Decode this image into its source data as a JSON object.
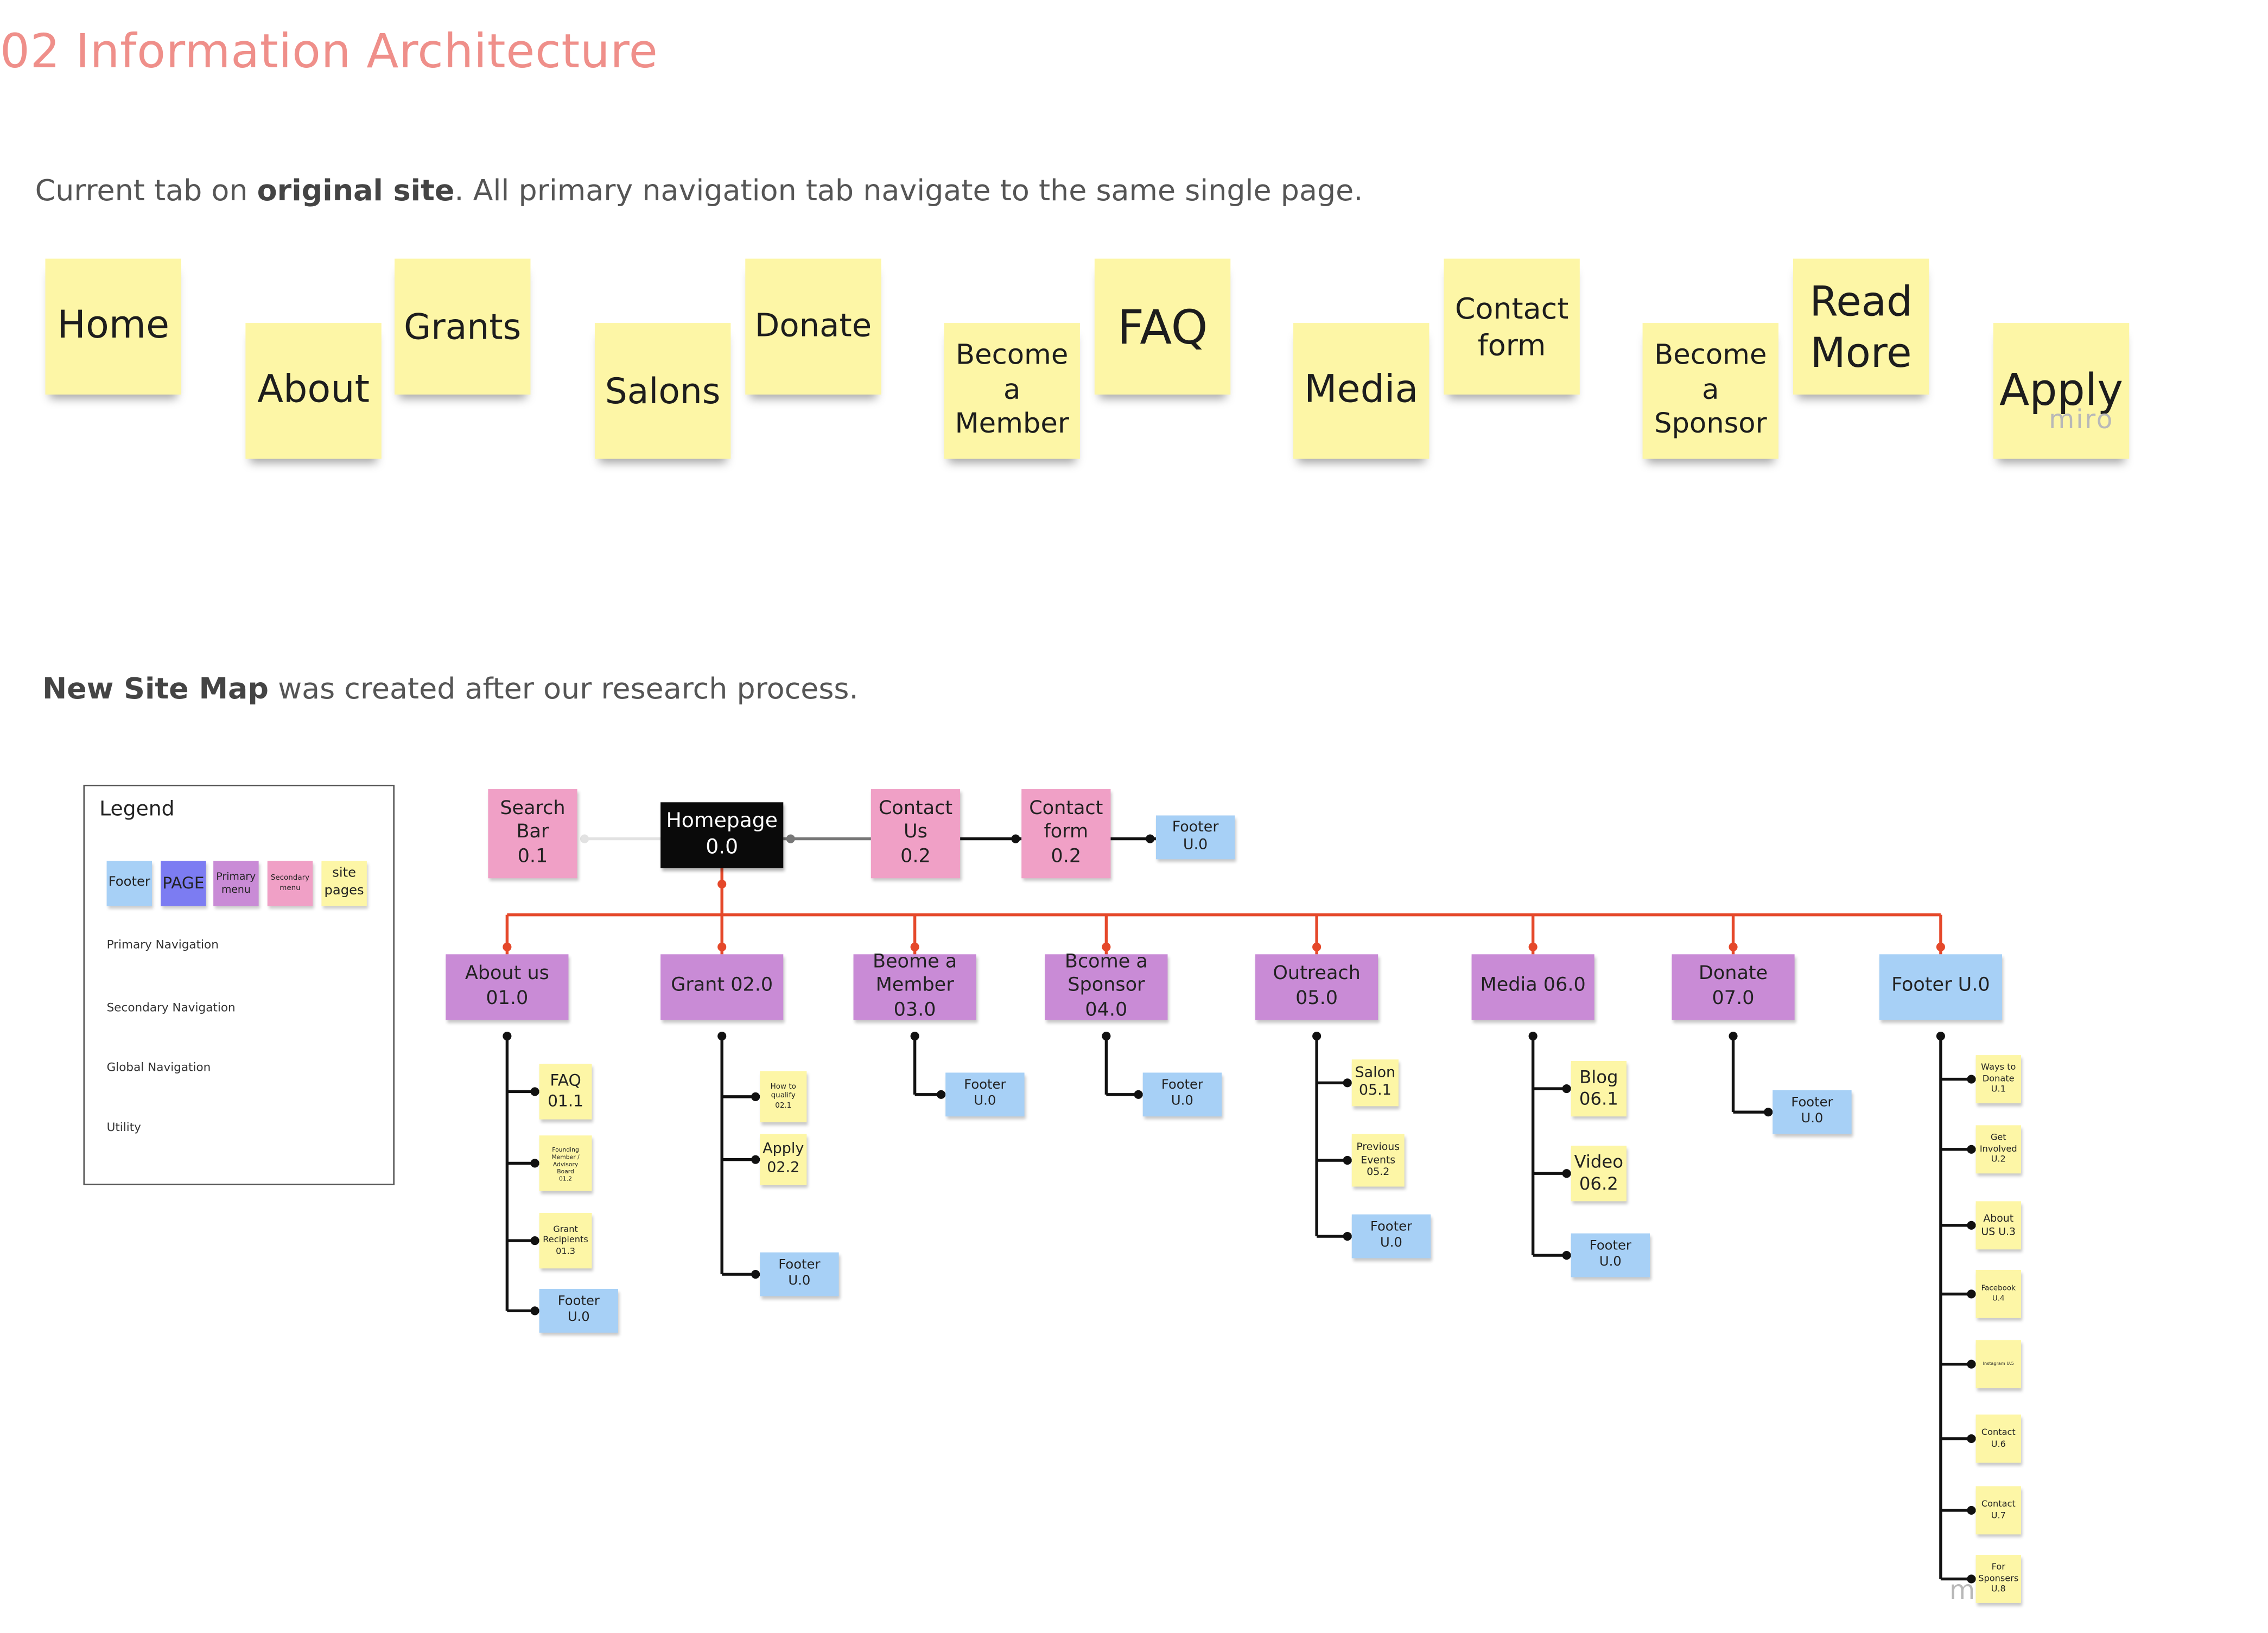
{
  "title": "02 Information Architecture",
  "intro1": {
    "pre": "Current tab on ",
    "bold": "original site",
    "post": ". All primary navigation tab navigate to the same single page."
  },
  "intro2": {
    "bold": "New Site Map",
    "post": " was created after our research process."
  },
  "original_tabs": [
    "Home",
    "About",
    "Grants",
    "Salons",
    "Donate",
    "Become\na\nMember",
    "FAQ",
    "Media",
    "Contact\nform",
    "Become\na\nSponsor",
    "Read\nMore",
    "Apply"
  ],
  "watermark": "miro",
  "legend": {
    "title": "Legend",
    "swatches": [
      {
        "label": "Footer",
        "color": "#a7d0f6"
      },
      {
        "label": "PAGE",
        "color": "#7c7cf2"
      },
      {
        "label": "Primary menu",
        "color": "#c98bd6"
      },
      {
        "label": "Secondary menu",
        "color": "#f0a0c6"
      },
      {
        "label": "site pages",
        "color": "#fdf6a6"
      }
    ],
    "lines": [
      {
        "label": "Primary Navigation",
        "color": "#e5482a"
      },
      {
        "label": "Secondary Navigation",
        "color": "#111111"
      },
      {
        "label": "Global Navigation",
        "color": "#777777"
      },
      {
        "label": "Utility",
        "color": "#dddddd"
      }
    ]
  },
  "sitemap": {
    "top": {
      "search": "Search\nBar\n0.1",
      "homepage": "Homepage\n0.0",
      "contact_us": "Contact\nUs\n0.2",
      "contact_form": "Contact\nform\n0.2",
      "footer": "Footer\nU.0"
    },
    "columns": [
      {
        "label": "About us\n01.0",
        "children": [
          "FAQ\n01.1",
          "Founding\nMember /\nAdvisory\nBoard\n01.2",
          "Grant\nRecipients\n01.3",
          "Footer\nU.0"
        ]
      },
      {
        "label": "Grant 02.0",
        "children": [
          "How to\nqualify\n02.1",
          "Apply\n02.2",
          "Footer\nU.0"
        ]
      },
      {
        "label": "Beome a\nMember 03.0",
        "children": [
          "Footer\nU.0"
        ]
      },
      {
        "label": "Bcome a\nSponsor 04.0",
        "children": [
          "Footer\nU.0"
        ]
      },
      {
        "label": "Outreach\n05.0",
        "children": [
          "Salon\n05.1",
          "Previous\nEvents\n05.2",
          "Footer\nU.0"
        ]
      },
      {
        "label": "Media 06.0",
        "children": [
          "Blog\n06.1",
          "Video\n06.2",
          "Footer\nU.0"
        ]
      },
      {
        "label": "Donate\n07.0",
        "children": [
          "Footer\nU.0"
        ]
      },
      {
        "label": "Footer U.0",
        "children": [
          "Ways to\nDonate\nU.1",
          "Get\nInvolved\nU.2",
          "About\nUS U.3",
          "Facebook\nU.4",
          "Instagram U.5",
          "Contact\nU.6",
          "Contact\nU.7",
          "For\nSponsers\nU.8"
        ]
      }
    ]
  }
}
